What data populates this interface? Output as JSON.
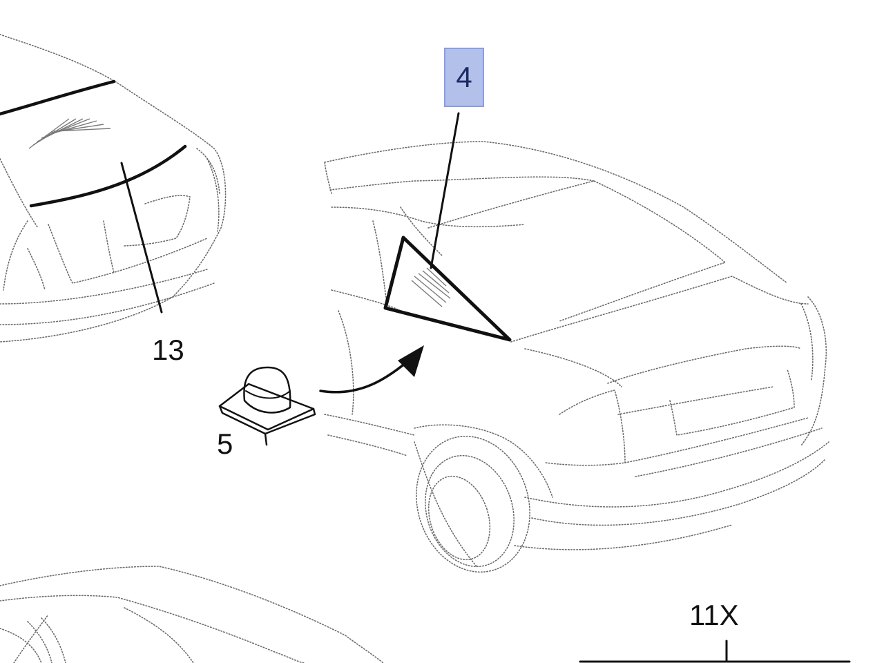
{
  "callouts": {
    "part_4": "4",
    "part_13": "13",
    "part_5": "5",
    "part_11x": "11X"
  }
}
